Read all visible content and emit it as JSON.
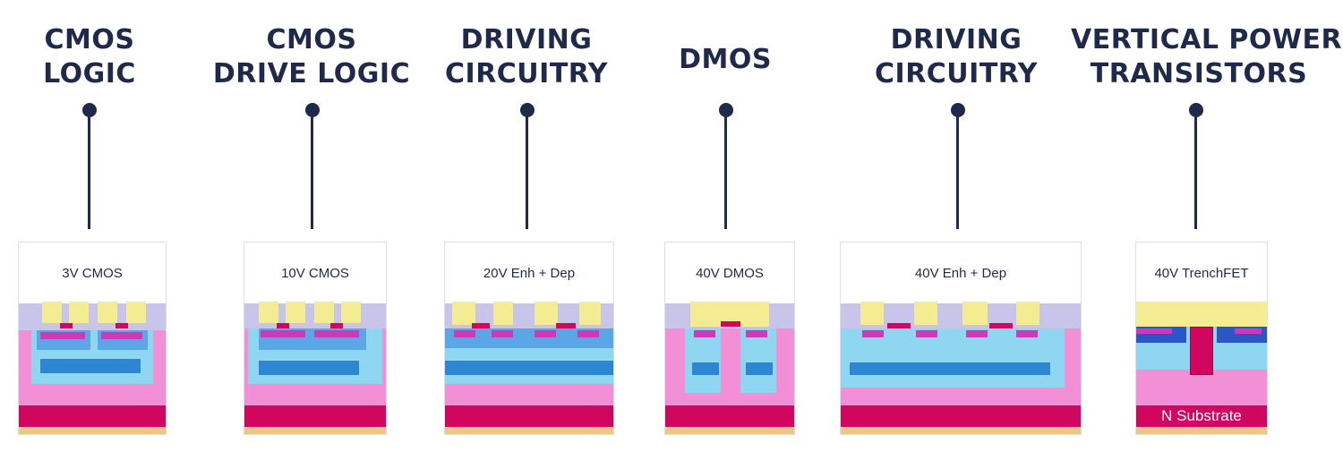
{
  "columns": [
    {
      "id": "cmos-logic",
      "title_lines": [
        "CMOS",
        "LOGIC"
      ],
      "panel_label": "3V CMOS"
    },
    {
      "id": "cmos-drive-logic",
      "title_lines": [
        "CMOS",
        "DRIVE LOGIC"
      ],
      "panel_label": "10V CMOS"
    },
    {
      "id": "driving-circuitry-1",
      "title_lines": [
        "DRIVING",
        "CIRCUITRY"
      ],
      "panel_label": "20V  Enh + Dep"
    },
    {
      "id": "dmos",
      "title_lines": [
        "DMOS"
      ],
      "panel_label": "40V DMOS"
    },
    {
      "id": "driving-circuitry-2",
      "title_lines": [
        "DRIVING",
        "CIRCUITRY"
      ],
      "panel_label": "40V Enh + Dep"
    },
    {
      "id": "vertical-power-transistors",
      "title_lines": [
        "VERTICAL POWER",
        "TRANSISTORS"
      ],
      "panel_label": "40V TrenchFET",
      "substrate_label": "N Substrate"
    }
  ],
  "colors": {
    "title_text": "#1f2a4a",
    "oxide": "#c9c4ea",
    "p_region": "#f28fd6",
    "well_light": "#8fd6f0",
    "n_well": "#5aa6e6",
    "buried_layer": "#2d86d2",
    "substrate": "#d1075f",
    "metal": "#f3ec92",
    "gate": "#d1075f"
  }
}
